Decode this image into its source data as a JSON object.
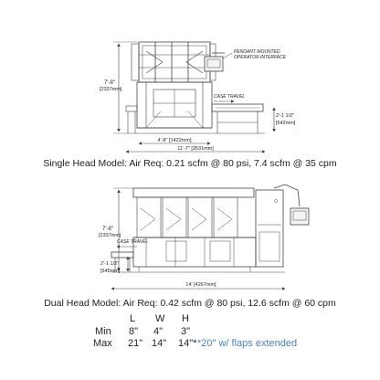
{
  "single_head": {
    "height_dim": "7'-8\"",
    "height_dim_mm": "[2337mm]",
    "pendant_note_1": "PENDANT MOUNTED",
    "pendant_note_2": "OPERATOR INTERFACE",
    "case_travel": "CASE TRAVEL",
    "conveyor_height": "2'-1 1/2\"",
    "conveyor_height_mm": "[642mm]",
    "inner_width": "4'-8\" [1422mm]",
    "overall_width": "11'-7\" [3531mm]",
    "caption": "Single Head Model: Air Req: 0.21 scfm @ 80 psi, 7.4 scfm @ 35 cpm"
  },
  "dual_head": {
    "height_dim": "7'-8\"",
    "height_dim_mm": "[2337mm]",
    "case_travel": "CASE TRAVEL",
    "conveyor_height": "2'-1 1/2\"",
    "conveyor_height_mm": "[645mm]",
    "overall_width": "14' [4267mm]",
    "caption": "Dual Head Model: Air Req: 0.42 scfm @ 80 psi, 12.6 scfm @ 60 cpm"
  },
  "case_dims": {
    "headers": [
      "L",
      "W",
      "H"
    ],
    "rows": [
      {
        "label": "Min",
        "L": "8\"",
        "W": "4\"",
        "H": "3\"",
        "note": ""
      },
      {
        "label": "Max",
        "L": "21\"",
        "W": "14\"",
        "H": "14\"*",
        "note": "*20\" w/ flaps extended"
      }
    ]
  },
  "colors": {
    "line": "#444444",
    "accent": "#4a7fc1",
    "background": "#ffffff"
  }
}
